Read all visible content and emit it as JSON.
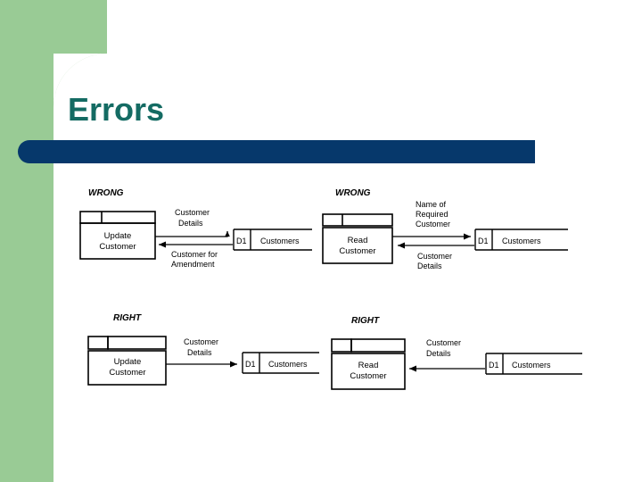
{
  "slide": {
    "title": "Errors",
    "accent_green": "#99CB95",
    "accent_navy": "#06386B",
    "title_color": "#146B63"
  },
  "diagrams": [
    {
      "id": "wrong-update",
      "verdict": "WRONG",
      "process": {
        "id": "",
        "name": "Update Customer",
        "line1": "Update",
        "line2": "Customer"
      },
      "datastore": {
        "id": "D1",
        "name": "Customers"
      },
      "flows": [
        {
          "label_line1": "Customer",
          "label_line2": "Details",
          "direction": "process-to-store"
        },
        {
          "label_line1": "Customer for",
          "label_line2": "Amendment",
          "direction": "store-to-process"
        }
      ]
    },
    {
      "id": "wrong-read",
      "verdict": "WRONG",
      "process": {
        "id": "",
        "name": "Read Customer",
        "line1": "Read",
        "line2": "Customer"
      },
      "datastore": {
        "id": "D1",
        "name": "Customers"
      },
      "flows": [
        {
          "label_line1": "Name of",
          "label_line2": "Required",
          "label_line3": "Customer",
          "direction": "process-to-store"
        },
        {
          "label_line1": "Customer",
          "label_line2": "Details",
          "direction": "store-to-process"
        }
      ]
    },
    {
      "id": "right-update",
      "verdict": "RIGHT",
      "process": {
        "id": "",
        "name": "Update Customer",
        "line1": "Update",
        "line2": "Customer"
      },
      "datastore": {
        "id": "D1",
        "name": "Customers"
      },
      "flows": [
        {
          "label_line1": "Customer",
          "label_line2": "Details",
          "direction": "process-to-store"
        }
      ]
    },
    {
      "id": "right-read",
      "verdict": "RIGHT",
      "process": {
        "id": "",
        "name": "Read Customer",
        "line1": "Read",
        "line2": "Customer"
      },
      "datastore": {
        "id": "D1",
        "name": "Customers"
      },
      "flows": [
        {
          "label_line1": "Customer",
          "label_line2": "Details",
          "direction": "store-to-process"
        }
      ]
    }
  ]
}
